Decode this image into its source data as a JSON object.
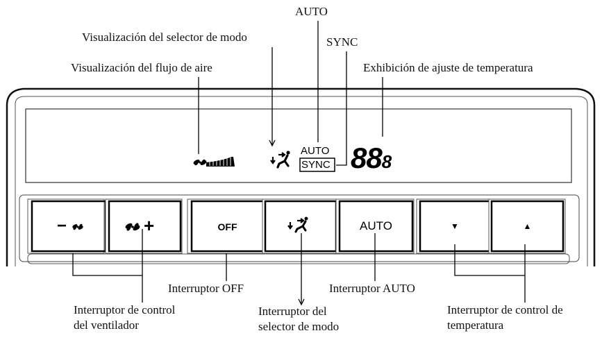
{
  "callouts": {
    "auto": "AUTO",
    "mode_display": "Visualización del selector de modo",
    "sync": "SYNC",
    "airflow_display": "Visualización del flujo de aire",
    "temp_display": "Exhibición de ajuste de temperatura",
    "off_switch": "Interruptor OFF",
    "auto_switch": "Interruptor AUTO",
    "fan_control_l1": "Interruptor de control",
    "fan_control_l2": "del ventilador",
    "mode_switch_l1": "Interruptor del",
    "mode_switch_l2": "selector de modo",
    "temp_control_l1": "Interruptor de control de",
    "temp_control_l2": "temperatura"
  },
  "display": {
    "auto_indicator": "AUTO",
    "sync_indicator": "SYNC",
    "temperature_main": "88",
    "temperature_decimal": "8"
  },
  "buttons": {
    "fan_minus_sign": "−",
    "fan_plus_sign": "+",
    "off": "OFF",
    "auto": "AUTO",
    "temp_down": "▼",
    "temp_up": "▲"
  }
}
